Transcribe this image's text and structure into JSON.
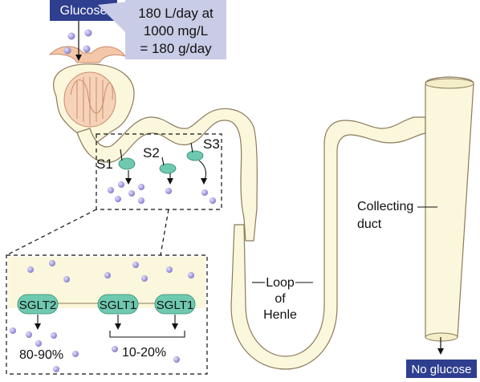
{
  "labels": {
    "input": "Glucose",
    "filtered_load": [
      "180 L/day at",
      "1000 mg/L",
      "= 180 g/day"
    ],
    "segments": [
      "S1",
      "S2",
      "S3"
    ],
    "loop": [
      "Loop",
      "of",
      "Henle"
    ],
    "collecting_duct": [
      "Collecting",
      "duct"
    ],
    "output": "No glucose"
  },
  "inset": {
    "transporters": [
      "SGLT2",
      "SGLT1",
      "SGLT1"
    ],
    "fractions": [
      "80-90%",
      "10-20%"
    ]
  },
  "colors": {
    "tubule": "#fbf7dc",
    "tubule_outline": "#8c7a5c",
    "glomerulus": "#f4c7a8",
    "transporter": "#6fc9b0",
    "glucose_dot": "#9b93d6",
    "label_box_dark": "#2f3f8f",
    "label_box_light": "#c9cce6"
  }
}
